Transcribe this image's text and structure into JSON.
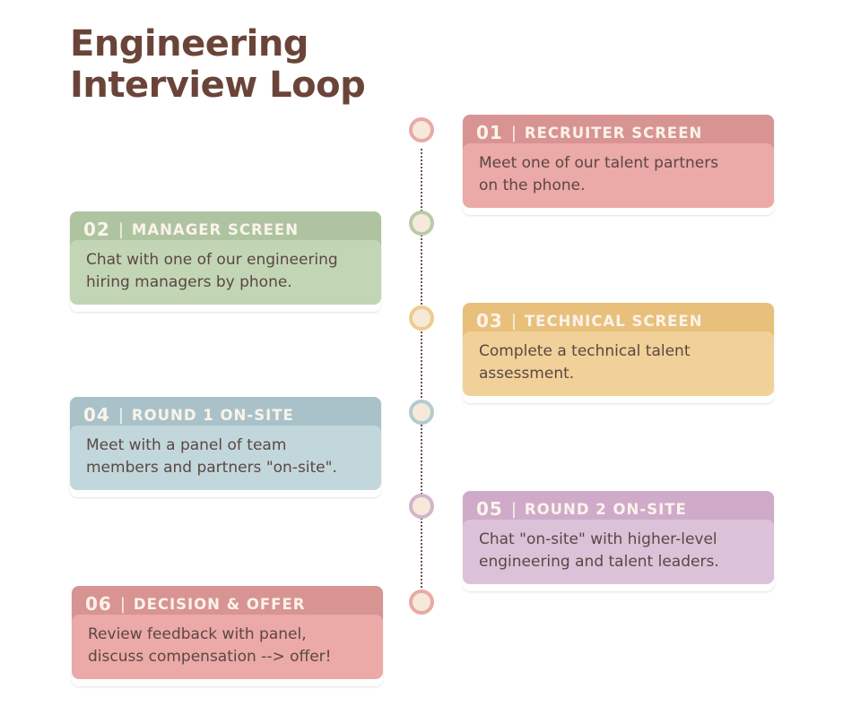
{
  "title": {
    "line1": "Engineering",
    "line2": "Interview Loop"
  },
  "steps": [
    {
      "num": "01",
      "sep": "|",
      "label": "RECRUITER SCREEN",
      "desc1": "Meet one of our talent partners",
      "desc2": "on the phone.",
      "head_color": "#d89492",
      "body_color": "#eba9a7",
      "dot_color": "#e9a9a6"
    },
    {
      "num": "02",
      "sep": "|",
      "label": "MANAGER SCREEN",
      "desc1": "Chat with one of our engineering",
      "desc2": "hiring managers by phone.",
      "head_color": "#aec4a1",
      "body_color": "#c2d6b6",
      "dot_color": "#b7cca9"
    },
    {
      "num": "03",
      "sep": "|",
      "label": "TECHNICAL SCREEN",
      "desc1": "Complete a technical talent",
      "desc2": "assessment.",
      "head_color": "#e8c07c",
      "body_color": "#f1d199",
      "dot_color": "#efcb8c"
    },
    {
      "num": "04",
      "sep": "|",
      "label": "ROUND 1 ON-SITE",
      "desc1": "Meet with a panel of team",
      "desc2": "members and partners \"on-site\".",
      "head_color": "#a9c2c9",
      "body_color": "#c2d7db",
      "dot_color": "#b3cbd1"
    },
    {
      "num": "05",
      "sep": "|",
      "label": "ROUND 2 ON-SITE",
      "desc1": "Chat \"on-site\" with higher-level",
      "desc2": "engineering and talent leaders.",
      "head_color": "#cfabc9",
      "body_color": "#dcc2d8",
      "dot_color": "#d3b4cd"
    },
    {
      "num": "06",
      "sep": "|",
      "label": "DECISION & OFFER",
      "desc1": "Review feedback with panel,",
      "desc2": "discuss compensation --> offer!",
      "head_color": "#d89492",
      "body_color": "#eba9a7",
      "dot_color": "#e9a9a6"
    }
  ]
}
